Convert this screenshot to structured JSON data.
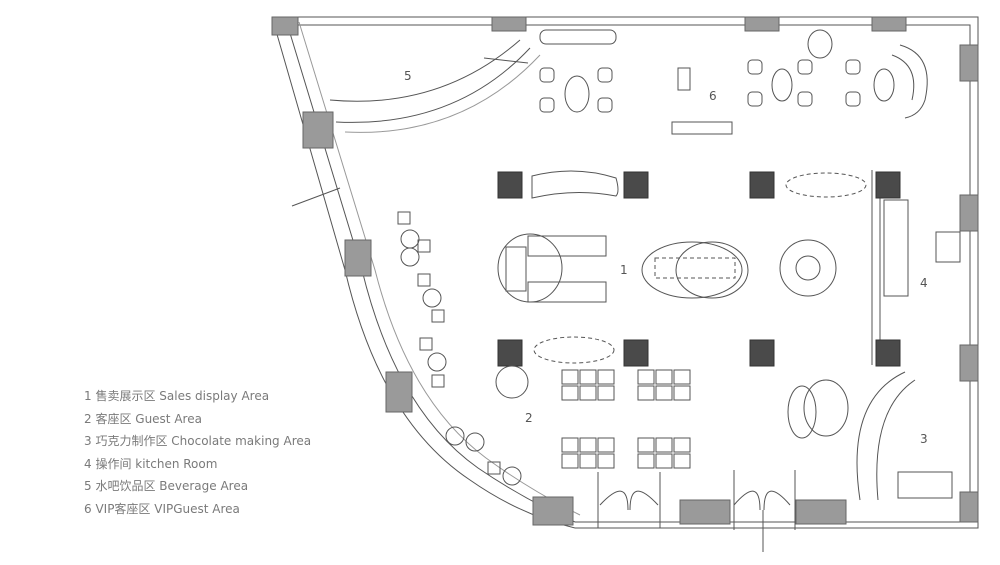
{
  "legend": [
    "1 售卖展示区 Sales display Area",
    "2 客座区 Guest Area",
    "3 巧克力制作区 Chocolate making Area",
    "4 操作间 kitchen Room",
    "5 水吧饮品区 Beverage Area",
    "6 VIP客座区 VIPGuest Area"
  ],
  "zones": [
    "1",
    "2",
    "3",
    "4",
    "5",
    "6"
  ],
  "colors": {
    "line": "#555555",
    "column": "#4a4a4a",
    "wall_fill": "#9a9a9a",
    "legend_text": "#7a7a7a"
  }
}
